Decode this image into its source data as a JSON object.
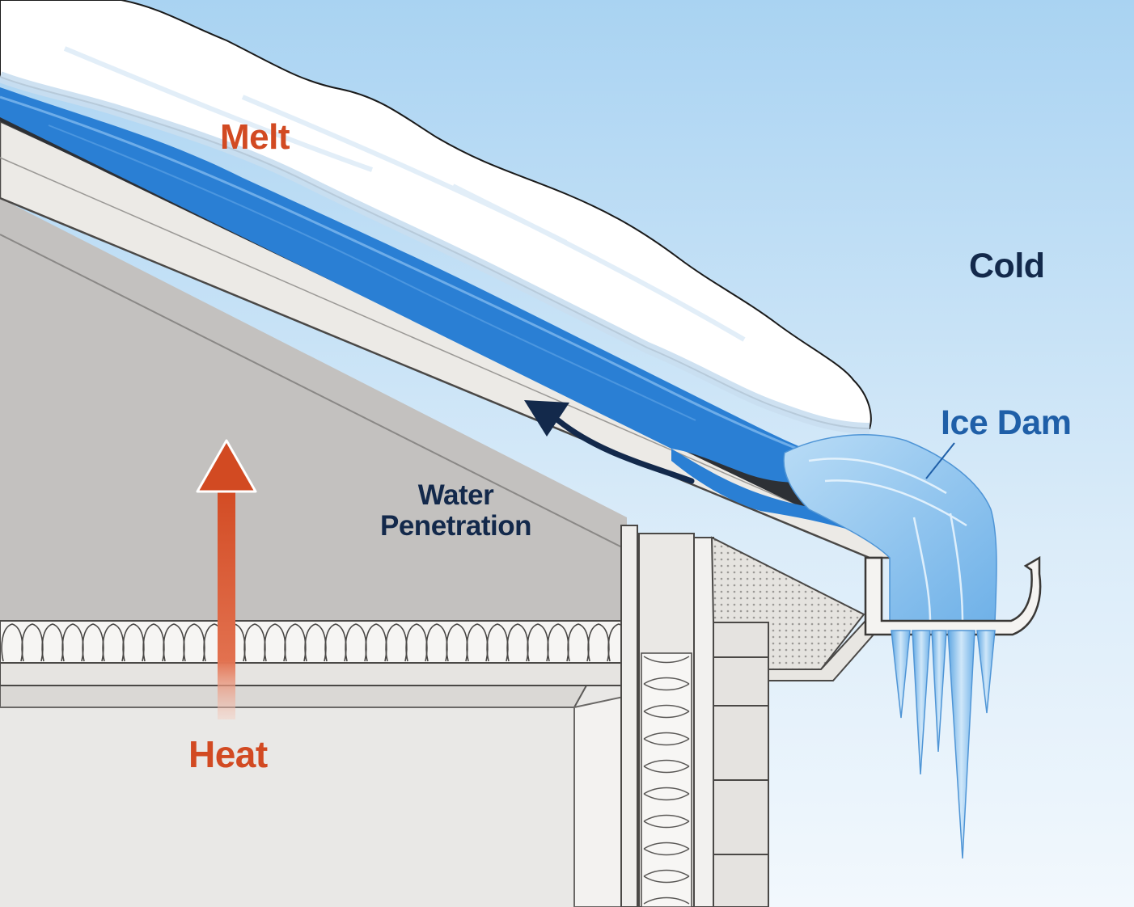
{
  "labels": {
    "melt": "Melt",
    "cold": "Cold",
    "ice_dam": "Ice Dam",
    "heat": "Heat",
    "water_line1": "Water",
    "water_line2": "Penetration"
  },
  "colors": {
    "sky_top": "#a9d3f2",
    "sky_bottom": "#f2f8fd",
    "snow": "#ffffff",
    "snow_shadow": "#d6e7f5",
    "melt_water": "#2a7fd4",
    "ice": "#8cc3ee",
    "heat_red": "#d24a22",
    "navy_text": "#13294b",
    "ice_label_blue": "#1f5fa8",
    "attic_wall": "#c3c1bf",
    "fascia": "#eceae6",
    "shingles": "#2d3035"
  }
}
